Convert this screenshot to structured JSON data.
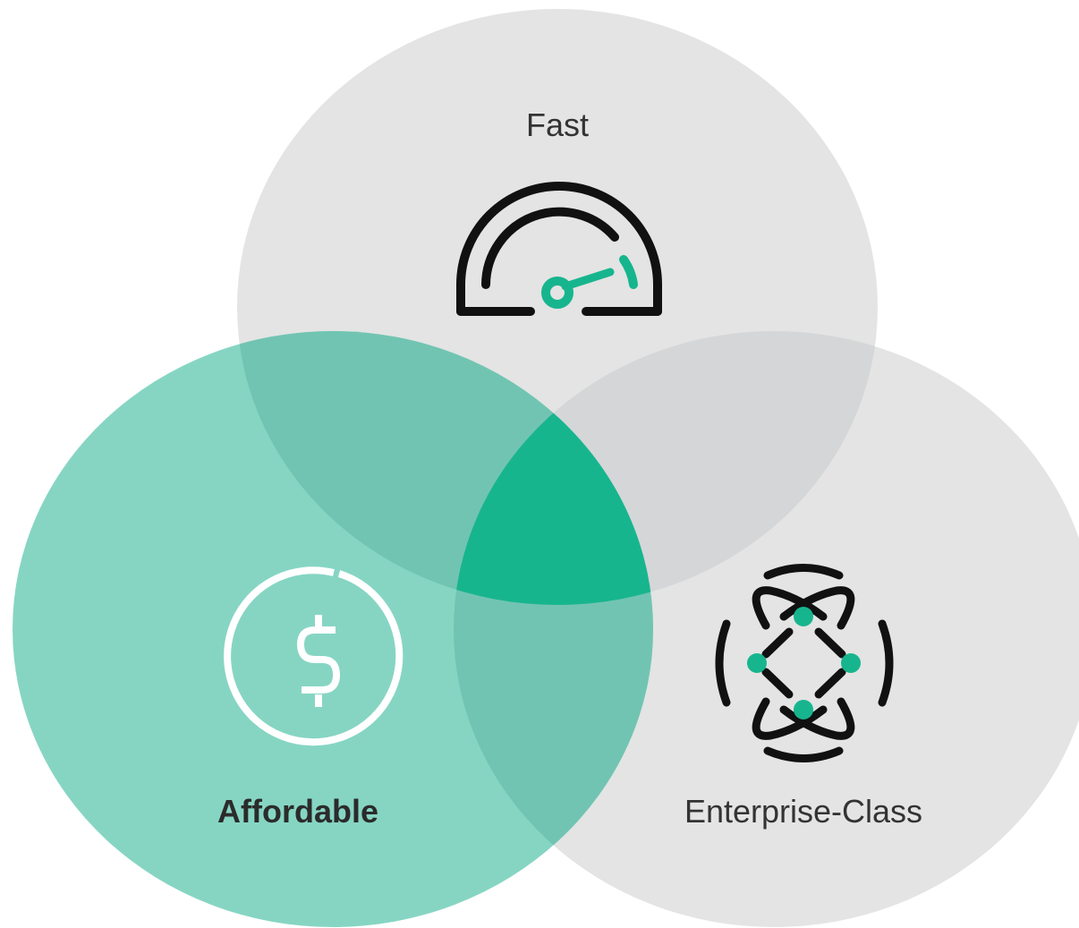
{
  "diagram": {
    "type": "venn",
    "sets": [
      {
        "id": "fast",
        "label": "Fast",
        "icon": "speedometer-icon",
        "highlighted": false
      },
      {
        "id": "affordable",
        "label": "Affordable",
        "icon": "dollar-circle-icon",
        "highlighted": true
      },
      {
        "id": "enterprise",
        "label": "Enterprise-Class",
        "icon": "network-nodes-icon",
        "highlighted": false
      }
    ],
    "colors": {
      "neutral_circle": "#e3e4e3",
      "neutral_overlap": "#d5d6d7",
      "highlight_circle": "#86d5c3",
      "highlight_overlap": "#72c4b2",
      "center": "#17b58e",
      "icon_accent": "#17b58e",
      "icon_dark": "#111111",
      "icon_light": "#ffffff"
    }
  }
}
